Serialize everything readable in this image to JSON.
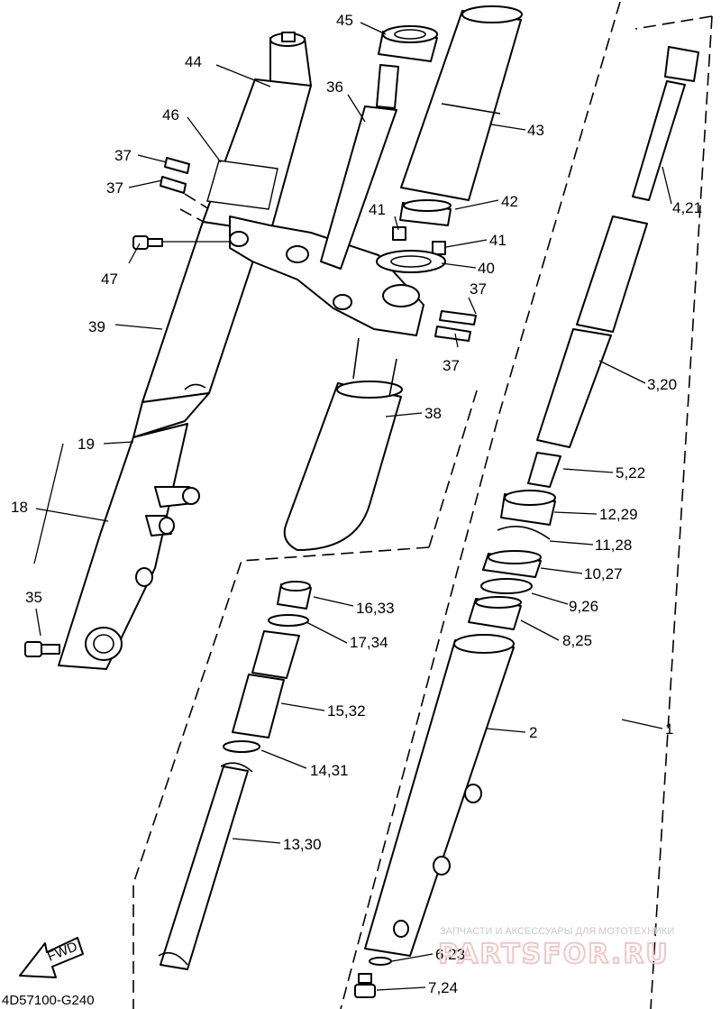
{
  "diagram_code": "4D57100-G240",
  "fwd_label": "FWD",
  "watermark": {
    "caption": "ЗАПЧАСТИ И АКСЕССУАРЫ ДЛЯ МОТОТЕХНИКИ",
    "brand": "PARTSFOR.RU"
  },
  "callouts": [
    "45",
    "44",
    "36",
    "43",
    "46",
    "37",
    "37",
    "42",
    "41",
    "41",
    "4,21",
    "47",
    "40",
    "37",
    "37",
    "39",
    "3,20",
    "38",
    "19",
    "5,22",
    "18",
    "12,29",
    "11,28",
    "10,27",
    "16,33",
    "35",
    "9,26",
    "17,34",
    "8,25",
    "15,32",
    "2",
    "1",
    "14,31",
    "13,30",
    "6,23",
    "7,24"
  ]
}
